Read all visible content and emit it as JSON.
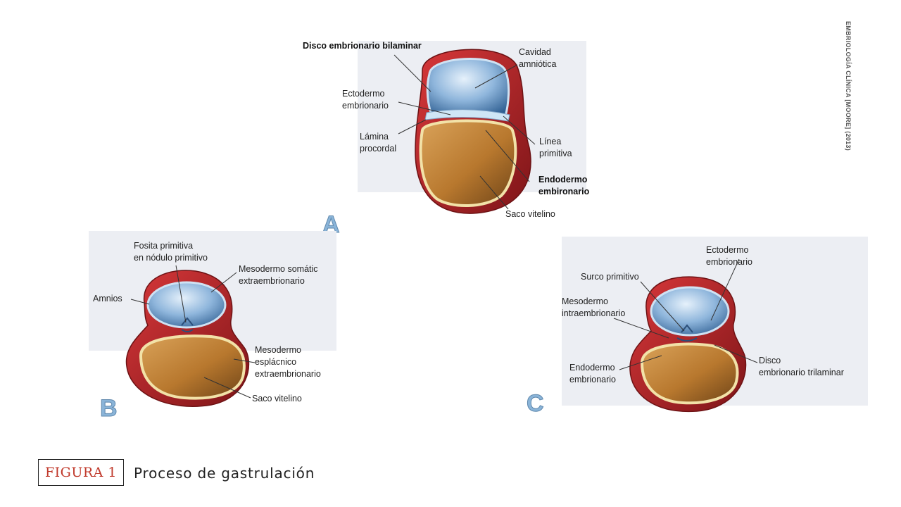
{
  "credit": "EMBRIOLOGÍA CLÍNICA [MOORE] (2013)",
  "panels": {
    "a": {
      "letter": "A",
      "labels": {
        "disco": "Disco embrionario bilaminar",
        "cavidad1": "Cavidad",
        "cavidad2": "amniótica",
        "ecto1": "Ectodermo",
        "ecto2": "embrionario",
        "lamina1": "Lámina",
        "lamina2": "procordal",
        "linea1": "Línea",
        "linea2": "primitiva",
        "endo1": "Endodermo",
        "endo2": "embironario",
        "saco": "Saco vitelino"
      }
    },
    "b": {
      "letter": "B",
      "labels": {
        "fosita1": "Fosita primitiva",
        "fosita2": "en nódulo primitivo",
        "amnios": "Amnios",
        "somatic1": "Mesodermo somátic",
        "somatic2": "extraembrionario",
        "espl1": "Mesodermo",
        "espl2": "esplácnico",
        "espl3": "extraembrionario",
        "saco": "Saco vitelino"
      }
    },
    "c": {
      "letter": "C",
      "labels": {
        "ecto1": "Ectodermo",
        "ecto2": "embrionario",
        "surco": "Surco primitivo",
        "meso1": "Mesodermo",
        "meso2": "intraembrionario",
        "endo1": "Endodermo",
        "endo2": "embrionario",
        "disco1": "Disco",
        "disco2": "embrionario trilaminar"
      }
    }
  },
  "figure": {
    "tag": "FIGURA 1",
    "caption": "Proceso de gastrulación"
  },
  "colors": {
    "yolk": "#b8782e",
    "amnion_blue": "#5f93c8",
    "tissue_red": "#b8262a",
    "label_accent": "#c0392b"
  }
}
